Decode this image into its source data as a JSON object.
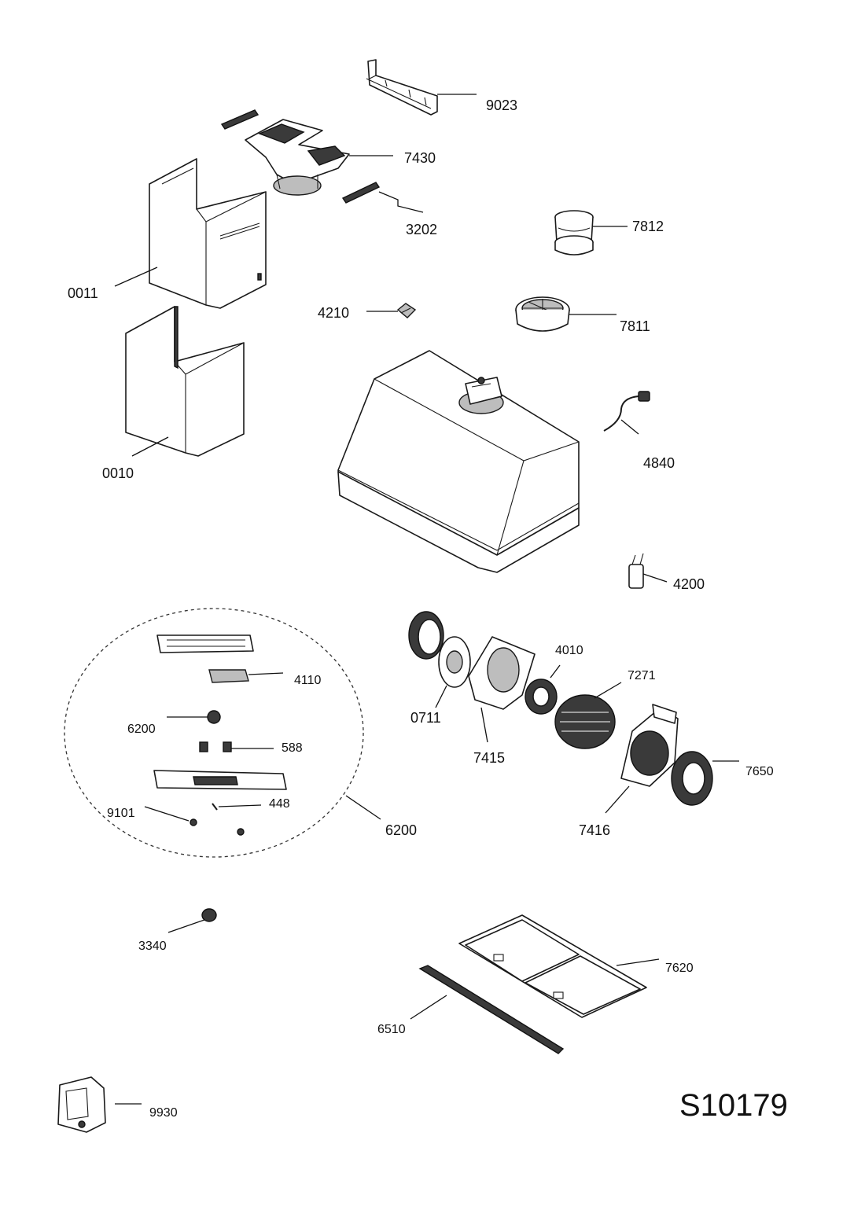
{
  "diagram": {
    "code": "S10179",
    "parts": [
      {
        "id": "9023"
      },
      {
        "id": "7430"
      },
      {
        "id": "3202"
      },
      {
        "id": "0011"
      },
      {
        "id": "7812"
      },
      {
        "id": "4210"
      },
      {
        "id": "7811"
      },
      {
        "id": "0010"
      },
      {
        "id": "4840"
      },
      {
        "id": "4200"
      },
      {
        "id": "4010"
      },
      {
        "id": "7271"
      },
      {
        "id": "4110"
      },
      {
        "id": "0711"
      },
      {
        "id": "6200"
      },
      {
        "id": "588"
      },
      {
        "id": "7415"
      },
      {
        "id": "7650"
      },
      {
        "id": "448"
      },
      {
        "id": "9101"
      },
      {
        "id": "6200"
      },
      {
        "id": "7416"
      },
      {
        "id": "3340"
      },
      {
        "id": "7620"
      },
      {
        "id": "6510"
      },
      {
        "id": "9930"
      }
    ]
  }
}
